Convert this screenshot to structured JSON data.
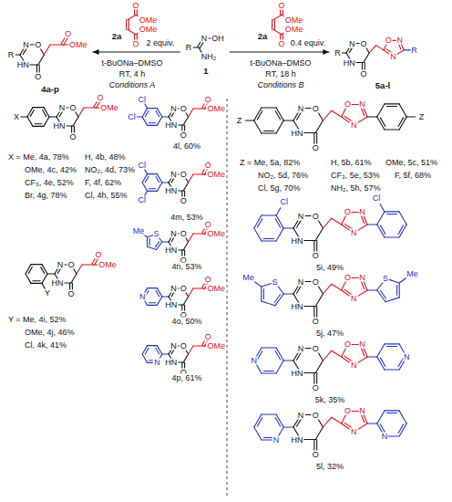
{
  "diagram": {
    "nodes": [
      {
        "text": [
          "R",
          "N",
          "O",
          "HN",
          "O",
          "O",
          "OMe",
          "4a-p"
        ]
      },
      {
        "text": [
          "O",
          "OMe",
          "O",
          "OMe",
          "2a"
        ]
      },
      {
        "text": [
          "N",
          "OH",
          "R",
          "NH₂",
          "1"
        ]
      },
      {
        "text": [
          "O",
          "OMe",
          "O",
          "OMe",
          "2a"
        ]
      },
      {
        "text": [
          "R",
          "N",
          "O",
          "HN",
          "O",
          "O",
          "N",
          "N",
          "R",
          "5a-l"
        ]
      },
      {
        "text": [
          "X",
          "N",
          "O",
          "HN",
          "O",
          "O",
          "OMe",
          "X = Me, 4a, 78%",
          "H, 4b, 48%",
          "OMe, 4c, 42%",
          "NO₂, 4d, 73%",
          "CF₃, 4e, 52%",
          "F, 4f, 62%",
          "Br, 4g, 78%",
          "Cl, 4h, 55%"
        ]
      },
      {
        "text": [
          "Y",
          "N",
          "O",
          "HN",
          "O",
          "O",
          "OMe",
          "Y = Me, 4i, 52%",
          "OMe, 4j, 46%",
          "Cl, 4k, 41%"
        ]
      },
      {
        "text": [
          "Cl",
          "Cl",
          "N",
          "O",
          "HN",
          "O",
          "O",
          "OMe",
          "4l, 60%"
        ]
      },
      {
        "text": [
          "Cl",
          "Cl",
          "N",
          "O",
          "HN",
          "O",
          "O",
          "OMe",
          "4m, 53%"
        ]
      },
      {
        "text": [
          "Me",
          "S",
          "N",
          "O",
          "HN",
          "O",
          "O",
          "OMe",
          "4n, 53%"
        ]
      },
      {
        "text": [
          "N",
          "N",
          "O",
          "HN",
          "O",
          "O",
          "OMe",
          "4o, 50%"
        ]
      },
      {
        "text": [
          "N",
          "N",
          "O",
          "HN",
          "O",
          "O",
          "OMe",
          "4p, 61%"
        ]
      },
      {
        "text": [
          "Z",
          "N",
          "O",
          "HN",
          "O",
          "O",
          "N",
          "N",
          "Z",
          "Z = Me, 5a, 82%",
          "H, 5b, 61%",
          "OMe, 5c, 51%",
          "NO₂, 5d, 76%",
          "CF₃, 5e, 53%",
          "F, 5f, 68%",
          "Cl, 5g, 70%",
          "NH₂, 5h, 57%"
        ]
      },
      {
        "text": [
          "Cl",
          "N",
          "O",
          "HN",
          "O",
          "O",
          "N",
          "N",
          "Cl",
          "5i, 49%"
        ]
      },
      {
        "text": [
          "Me",
          "S",
          "N",
          "O",
          "HN",
          "O",
          "O",
          "N",
          "N",
          "S",
          "Me",
          "5j, 47%"
        ]
      },
      {
        "text": [
          "N",
          "N",
          "O",
          "HN",
          "O",
          "O",
          "N",
          "N",
          "N",
          "5k, 35%"
        ]
      },
      {
        "text": [
          "N",
          "N",
          "O",
          "HN",
          "O",
          "O",
          "N",
          "N",
          "N",
          "5l, 32%"
        ]
      }
    ],
    "edges": [
      {
        "from": 2,
        "to": 0,
        "arrow": "to"
      },
      {
        "from": 2,
        "to": 4,
        "arrow": "to"
      }
    ],
    "labels": [
      "2 equiv.",
      "t-BuONa–DMSO",
      "RT, 4 h",
      "Conditions A",
      "0.4 equiv.",
      "t-BuONa–DMSO",
      "RT, 18 h",
      "Conditions B"
    ]
  }
}
